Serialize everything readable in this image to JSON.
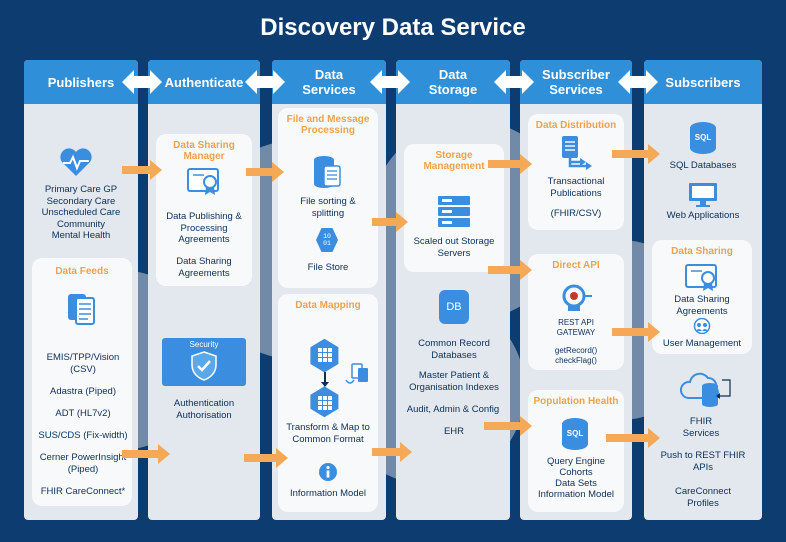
{
  "title": "Discovery Data Service",
  "columns": {
    "publishers": "Publishers",
    "authenticate": "Authenticate",
    "data_services": "Data Services",
    "data_storage": "Data Storage",
    "subscriber_services": "Subscriber Services",
    "subscribers": "Subscribers"
  },
  "publishers": {
    "care_settings": [
      "Primary Care GP",
      "Secondary Care",
      "Unscheduled Care",
      "Community",
      "Mental Health"
    ],
    "data_feeds_title": "Data Feeds",
    "feeds": [
      "EMIS/TPP/Vision (CSV)",
      "Adastra (Piped)",
      "ADT (HL7v2)",
      "SUS/CDS (Fix-width)",
      "Cerner PowerInsight (Piped)",
      "FHIR CareConnect*"
    ]
  },
  "authenticate": {
    "dsm_title": "Data Sharing Manager",
    "dsm_item1": "Data Publishing & Processing Agreements",
    "dsm_item2": "Data Sharing Agreements",
    "security_label": "Security",
    "auth_text": "Authentication Authorisation"
  },
  "data_services": {
    "fmp_title": "File and Message Processing",
    "file_sorting": "File sorting & splitting",
    "file_store_icon": "10 01",
    "file_store": "File Store",
    "mapping_title": "Data Mapping",
    "transform": "Transform & Map to Common Format",
    "info_model": "Information Model"
  },
  "data_storage": {
    "storage_title": "Storage Management",
    "servers": "Scaled out Storage Servers",
    "db_icon": "DB",
    "common_db": "Common Record Databases",
    "indexes": "Master Patient & Organisation Indexes",
    "audit": "Audit, Admin & Config",
    "ehr": "EHR"
  },
  "subscriber_services": {
    "distribution_title": "Data Distribution",
    "publications": "Transactional Publications",
    "fhir_csv": "(FHIR/CSV)",
    "direct_api_title": "Direct API",
    "rest_gateway": "REST API GATEWAY",
    "get_record": "getRecord()",
    "check_flag": "checkFlag()",
    "pop_health_title": "Population Health",
    "sql_icon": "SQL",
    "query_engine": "Query Engine",
    "cohorts": "Cohorts",
    "data_sets": "Data Sets",
    "info_model": "Information Model"
  },
  "subscribers": {
    "sql_icon": "SQL",
    "sql_db": "SQL Databases",
    "web_apps": "Web Applications",
    "sharing_title": "Data Sharing",
    "dsa": "Data Sharing Agreements",
    "user_mgmt": "User Management",
    "fhir_services": "FHIR Services",
    "push_rest": "Push to REST FHIR APIs",
    "careconnect": "CareConnect Profiles"
  },
  "colors": {
    "background": "#0c3c70",
    "header": "#2f8fd9",
    "column": "#e3e8ee",
    "accent": "#f0a24a",
    "icon_blue": "#3b8de0",
    "text": "#0b2f57"
  },
  "icons": [
    "heartbeat-icon",
    "document-stack-icon",
    "certificate-icon",
    "shield-check-icon",
    "database-document-icon",
    "file-store-icon",
    "grid-transform-icon",
    "info-icon",
    "server-rack-icon",
    "db-icon",
    "distribution-icon",
    "api-gateway-icon",
    "sql-icon",
    "monitor-icon",
    "user-group-icon",
    "cloud-db-icon"
  ]
}
